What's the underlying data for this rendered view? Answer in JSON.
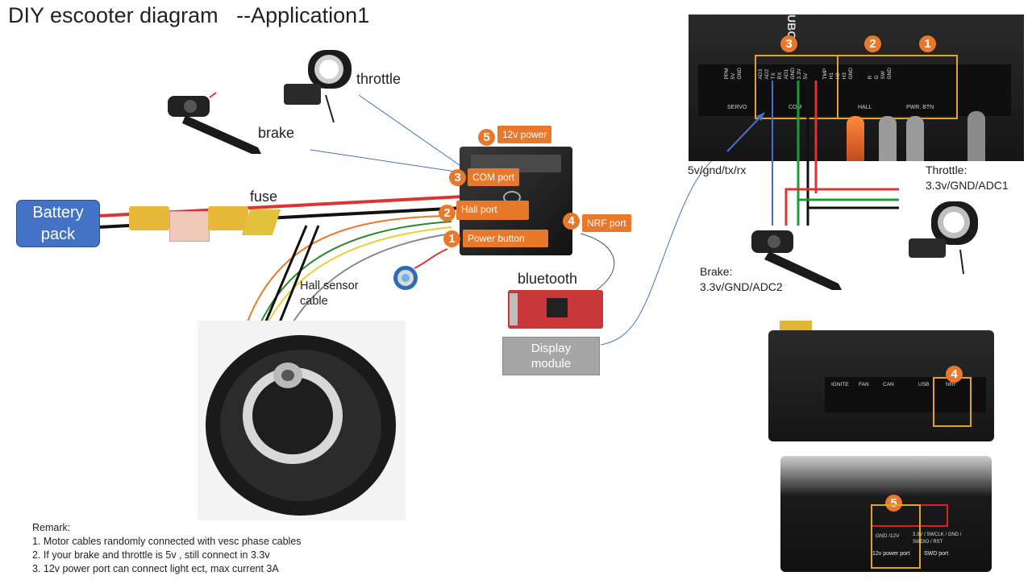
{
  "title": "DIY escooter diagram   --Application1",
  "labels": {
    "throttle": "throttle",
    "brake": "brake",
    "fuse": "fuse",
    "battery": "Battery\npack",
    "hall_sensor": "Hall sensor\ncable",
    "bluetooth": "bluetooth",
    "display": "Display\nmodule",
    "com_signal": "5v/gnd/tx/rx",
    "throttle_right": "Throttle:\n3.3v/GND/ADC1",
    "brake_right": "Brake:\n3.3v/GND/ADC2"
  },
  "ports": [
    {
      "num": "5",
      "label": "12v power"
    },
    {
      "num": "3",
      "label": "COM port"
    },
    {
      "num": "2",
      "label": "Hall port"
    },
    {
      "num": "4",
      "label": "NRF port"
    },
    {
      "num": "1",
      "label": "Power button"
    }
  ],
  "photo_top_right": {
    "brand": "UBOX",
    "numbers": [
      "3",
      "2",
      "1"
    ],
    "headers": [
      "SERVO",
      "COM",
      "HALL",
      "PWR. BTN"
    ],
    "pins": [
      "PPM",
      "5V",
      "GND",
      "AD3",
      "AD2",
      "TX",
      "RX",
      "AD1",
      "GND",
      "3.3V",
      "5V",
      "TMP",
      "H1",
      "H2",
      "H3",
      "GND",
      "R",
      "G",
      "SW",
      "GND"
    ]
  },
  "photo_mid_right": {
    "number": "4",
    "headers": [
      "IGNITE",
      "FAN",
      "CAN",
      "USB",
      "NRF"
    ]
  },
  "photo_bottom_right": {
    "number": "5",
    "header_left": "GND /12V",
    "header_right": "3.3V / SWCLK / GND /\nSWDIO / RST",
    "caption_left": "12v power port",
    "caption_right": "SWD port"
  },
  "remark": {
    "title": "Remark:",
    "lines": [
      "1.  Motor cables randomly connected with vesc phase cables",
      "2.  If your brake and throttle is 5v , still connect in 3.3v",
      "3. 12v power port can connect light ect, max current 3A"
    ]
  },
  "colors": {
    "accent": "#e8782b",
    "battery": "#4472c4",
    "display_bg": "#a6a6a6",
    "signal_line": "#4472c4"
  }
}
